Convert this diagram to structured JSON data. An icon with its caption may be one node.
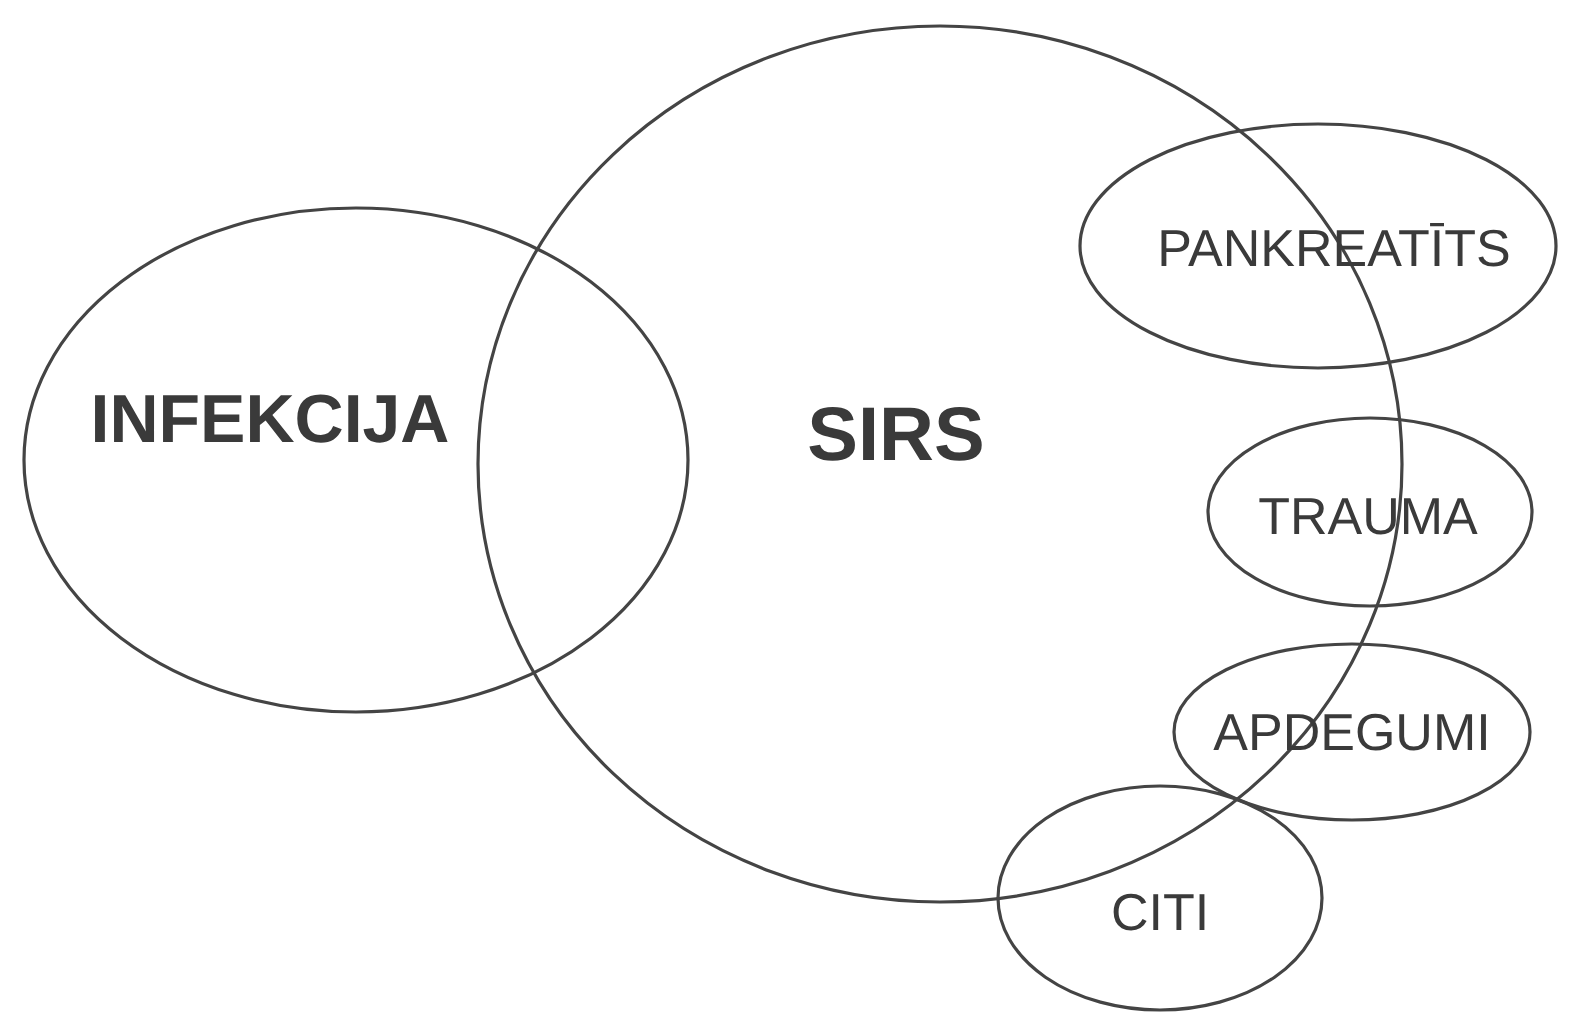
{
  "diagram": {
    "nodes": [
      {
        "text": [
          "INFEKCIJA"
        ]
      },
      {
        "text": [
          "SIRS"
        ]
      },
      {
        "text": [
          "PANKREATĪTS"
        ]
      },
      {
        "text": [
          "TRAUMA"
        ]
      },
      {
        "text": [
          "APDEGUMI"
        ]
      },
      {
        "text": [
          "CITI"
        ]
      }
    ],
    "edges": []
  }
}
